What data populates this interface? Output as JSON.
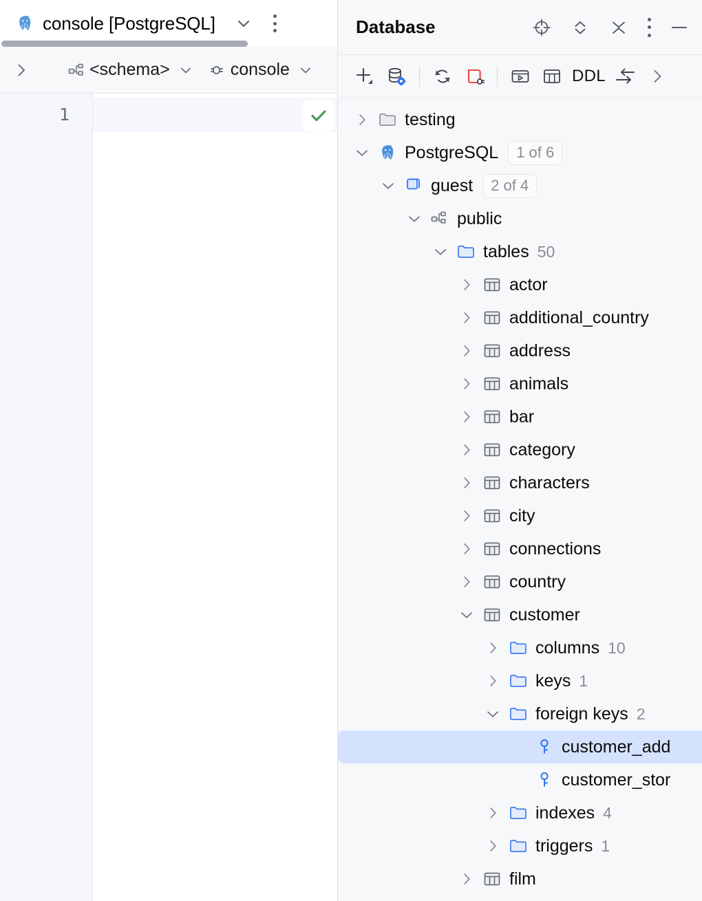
{
  "editor": {
    "tab": {
      "icon": "postgresql-elephant-icon",
      "title": "console [PostgreSQL]",
      "chevron_icon": "chevron-down-icon",
      "kebab_icon": "more-options-icon"
    },
    "breadcrumb": {
      "expand_icon": "chevron-right-icon",
      "schema": {
        "icon": "schema-icon",
        "label": "<schema>",
        "caret_icon": "chevron-down-icon"
      },
      "session": {
        "icon": "connection-plug-icon",
        "label": "console",
        "caret_icon": "chevron-down-icon"
      }
    },
    "gutter": {
      "lines": [
        "1"
      ]
    },
    "inspection": {
      "icon": "checkmark-ok-icon",
      "color": "#4d9a5b"
    },
    "scrollbar": {
      "name": "horizontal-scrollbar"
    }
  },
  "database_panel": {
    "title": "Database",
    "header_actions": [
      {
        "name": "locate-in-tree-icon",
        "title": "Select in Database Tree"
      },
      {
        "name": "expand-all-icon",
        "title": "Expand All"
      },
      {
        "name": "collapse-all-icon",
        "title": "Collapse All"
      },
      {
        "name": "more-options-icon",
        "title": "Options"
      },
      {
        "name": "minimize-icon",
        "title": "Hide"
      }
    ],
    "toolbar": [
      {
        "name": "add-new-icon",
        "label": "",
        "title": "New"
      },
      {
        "name": "data-source-properties-icon",
        "label": "",
        "title": "Data Source Properties"
      },
      {
        "name": "separator-1",
        "label": "",
        "title": ""
      },
      {
        "name": "refresh-icon",
        "label": "",
        "title": "Refresh"
      },
      {
        "name": "disconnect-icon",
        "label": "",
        "title": "Disconnect",
        "color": "#e8473f"
      },
      {
        "name": "separator-2",
        "label": "",
        "title": ""
      },
      {
        "name": "open-console-icon",
        "label": "",
        "title": "Open Console"
      },
      {
        "name": "table-editor-icon",
        "label": "",
        "title": "Table Editor"
      },
      {
        "name": "ddl-button",
        "label": "DDL",
        "title": "DDL"
      },
      {
        "name": "import-export-icon",
        "label": "",
        "title": "Import/Export"
      },
      {
        "name": "toolbar-overflow-icon",
        "label": "",
        "title": "More"
      }
    ],
    "tree": [
      {
        "name": "tree-node-testing",
        "label": "testing",
        "icon": "folder-grey-icon",
        "twisty": "collapsed",
        "indent": 0,
        "badge": "",
        "badge_style": "none",
        "selected": false
      },
      {
        "name": "tree-node-postgresql",
        "label": "PostgreSQL",
        "icon": "postgresql-elephant-icon",
        "twisty": "expanded",
        "indent": 0,
        "badge": "1 of 6",
        "badge_style": "pill",
        "selected": false
      },
      {
        "name": "tree-node-guest",
        "label": "guest",
        "icon": "database-icon",
        "twisty": "expanded",
        "indent": 1,
        "badge": "2 of 4",
        "badge_style": "pill",
        "selected": false
      },
      {
        "name": "tree-node-public",
        "label": "public",
        "icon": "schema-icon",
        "twisty": "expanded",
        "indent": 2,
        "badge": "",
        "badge_style": "none",
        "selected": false
      },
      {
        "name": "tree-node-tables",
        "label": "tables",
        "icon": "folder-blue-icon",
        "twisty": "expanded",
        "indent": 3,
        "badge": "50",
        "badge_style": "plain",
        "selected": false
      },
      {
        "name": "tree-node-actor",
        "label": "actor",
        "icon": "table-icon",
        "twisty": "collapsed",
        "indent": 4,
        "badge": "",
        "badge_style": "none",
        "selected": false
      },
      {
        "name": "tree-node-additional-country",
        "label": "additional_country",
        "icon": "table-icon",
        "twisty": "collapsed",
        "indent": 4,
        "badge": "",
        "badge_style": "none",
        "selected": false
      },
      {
        "name": "tree-node-address",
        "label": "address",
        "icon": "table-icon",
        "twisty": "collapsed",
        "indent": 4,
        "badge": "",
        "badge_style": "none",
        "selected": false
      },
      {
        "name": "tree-node-animals",
        "label": "animals",
        "icon": "table-icon",
        "twisty": "collapsed",
        "indent": 4,
        "badge": "",
        "badge_style": "none",
        "selected": false
      },
      {
        "name": "tree-node-bar",
        "label": "bar",
        "icon": "table-icon",
        "twisty": "collapsed",
        "indent": 4,
        "badge": "",
        "badge_style": "none",
        "selected": false
      },
      {
        "name": "tree-node-category",
        "label": "category",
        "icon": "table-icon",
        "twisty": "collapsed",
        "indent": 4,
        "badge": "",
        "badge_style": "none",
        "selected": false
      },
      {
        "name": "tree-node-characters",
        "label": "characters",
        "icon": "table-icon",
        "twisty": "collapsed",
        "indent": 4,
        "badge": "",
        "badge_style": "none",
        "selected": false
      },
      {
        "name": "tree-node-city",
        "label": "city",
        "icon": "table-icon",
        "twisty": "collapsed",
        "indent": 4,
        "badge": "",
        "badge_style": "none",
        "selected": false
      },
      {
        "name": "tree-node-connections",
        "label": "connections",
        "icon": "table-icon",
        "twisty": "collapsed",
        "indent": 4,
        "badge": "",
        "badge_style": "none",
        "selected": false
      },
      {
        "name": "tree-node-country",
        "label": "country",
        "icon": "table-icon",
        "twisty": "collapsed",
        "indent": 4,
        "badge": "",
        "badge_style": "none",
        "selected": false
      },
      {
        "name": "tree-node-customer",
        "label": "customer",
        "icon": "table-icon",
        "twisty": "expanded",
        "indent": 4,
        "badge": "",
        "badge_style": "none",
        "selected": false
      },
      {
        "name": "tree-node-columns",
        "label": "columns",
        "icon": "folder-blue-icon",
        "twisty": "collapsed",
        "indent": 5,
        "badge": "10",
        "badge_style": "plain",
        "selected": false
      },
      {
        "name": "tree-node-keys",
        "label": "keys",
        "icon": "folder-blue-icon",
        "twisty": "collapsed",
        "indent": 5,
        "badge": "1",
        "badge_style": "plain",
        "selected": false
      },
      {
        "name": "tree-node-foreign-keys",
        "label": "foreign keys",
        "icon": "folder-blue-icon",
        "twisty": "expanded",
        "indent": 5,
        "badge": "2",
        "badge_style": "plain",
        "selected": false
      },
      {
        "name": "tree-node-customer-address-fk",
        "label": "customer_add",
        "icon": "foreign-key-icon",
        "twisty": "none",
        "indent": 6,
        "badge": "",
        "badge_style": "none",
        "selected": true
      },
      {
        "name": "tree-node-customer-store-fk",
        "label": "customer_stor",
        "icon": "foreign-key-icon",
        "twisty": "none",
        "indent": 6,
        "badge": "",
        "badge_style": "none",
        "selected": false
      },
      {
        "name": "tree-node-indexes",
        "label": "indexes",
        "icon": "folder-blue-icon",
        "twisty": "collapsed",
        "indent": 5,
        "badge": "4",
        "badge_style": "plain",
        "selected": false
      },
      {
        "name": "tree-node-triggers",
        "label": "triggers",
        "icon": "folder-blue-icon",
        "twisty": "collapsed",
        "indent": 5,
        "badge": "1",
        "badge_style": "plain",
        "selected": false
      },
      {
        "name": "tree-node-film",
        "label": "film",
        "icon": "table-icon",
        "twisty": "collapsed",
        "indent": 4,
        "badge": "",
        "badge_style": "none",
        "selected": false
      }
    ]
  },
  "colors": {
    "selection": "#d4e2fd",
    "panel_bg": "#f7f8fa",
    "accent_blue": "#3574f0",
    "error_red": "#e8473f",
    "ok_green": "#4d9a5b"
  }
}
